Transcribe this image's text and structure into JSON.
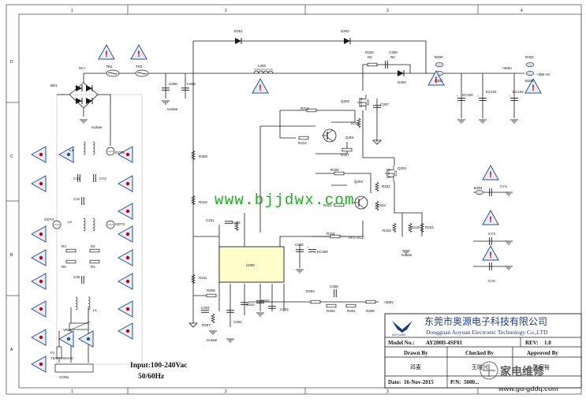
{
  "grid": {
    "cols": [
      "1",
      "2",
      "3",
      "4"
    ],
    "rows": [
      "D",
      "C",
      "B",
      "A"
    ]
  },
  "labels": {
    "d301": "D301",
    "d302": "D302",
    "tr2": "TR2",
    "tr3": "TR3",
    "db1": "BD1",
    "dcp": "DC+",
    "c300": "C300",
    "c308": "C308",
    "l300": "L300",
    "r325": "R325",
    "nc1": "NC",
    "c309": "C309",
    "nc2": "NC",
    "d300": "D300",
    "b300": "B300",
    "b301": "B301",
    "v385": "+385V",
    "r302": "R302",
    "b303": "B303",
    "hv": "+385 HV",
    "ec100": "EC100",
    "ec101": "EC101",
    "ec102": "EC102",
    "q300": "Q300",
    "c307": "C307",
    "r313": "R313",
    "r316": "R316",
    "q301": "Q301",
    "r314": "R314",
    "r317": "R317",
    "gdt5": "GDT5",
    "l3": "L3",
    "cy1": "CY1",
    "cy2": "CY2",
    "c31": "C31",
    "r309": "R309",
    "r320": "R320",
    "q303": "Q303",
    "q302": "Q302",
    "r322": "R322",
    "r321": "R321",
    "r323": "R323",
    "r310": "R310",
    "r318": "R318",
    "r319": "R319",
    "r324": "R324",
    "b304": "B304",
    "cy4": "CY4",
    "cy3": "CY3",
    "cy5": "CY5",
    "gdt3": "GDT3",
    "l2": "L2",
    "gdt4": "GDT4",
    "c311": "C311",
    "r312": "R312",
    "r315": "R315",
    "pfcvcc": "PFC-VCC",
    "c306": "C306",
    "ec300": "EC300",
    "ic": "U300",
    "r3": "R3",
    "r2": "R2",
    "r4": "R4",
    "r5": "R5",
    "c32": "C32",
    "r311": "R311",
    "l1": "L1",
    "r303": "R303",
    "c305": "C305",
    "r308": "R308",
    "r302b": "R302",
    "r301": "R301",
    "r300": "R300",
    "v385b": "+385V",
    "c310": "C310",
    "c303": "C303",
    "c304": "C304",
    "c302": "C302",
    "r307": "R307",
    "c301": "C301",
    "vr1": "VR1",
    "f1": "F1",
    "f1r": "T5AH 250VAC",
    "con1": "CON1",
    "gnd": "Isolate"
  },
  "watermark": "www.bjjdwx.com",
  "input_spec": {
    "line1": "Input:100-240Vac",
    "line2": "50/60Hz"
  },
  "title_block": {
    "company_cn": "东莞市奥源电子科技有限公司",
    "company_en": "Dongguan Aoyuan Electronic Technology Co.,LTD",
    "logo_text": "AOYUAN",
    "model_label": "Model No.:",
    "model_value": "AY200D-4SF01",
    "rev_label": "REV:",
    "rev_value": "1.0",
    "drawn_label": "Drawn By",
    "checked_label": "Checked By",
    "approved_label": "Approved By",
    "drawn_value": "邓麦",
    "checked_value": "王晓兴",
    "approved_value": "陈家裕",
    "date_label": "Date:",
    "date_value": "16-Nov-2015",
    "pn_label": "P/N:",
    "pn_value": "5000...",
    "overlay": "家电维修",
    "overlay_url": "www.go-gddq.com"
  }
}
